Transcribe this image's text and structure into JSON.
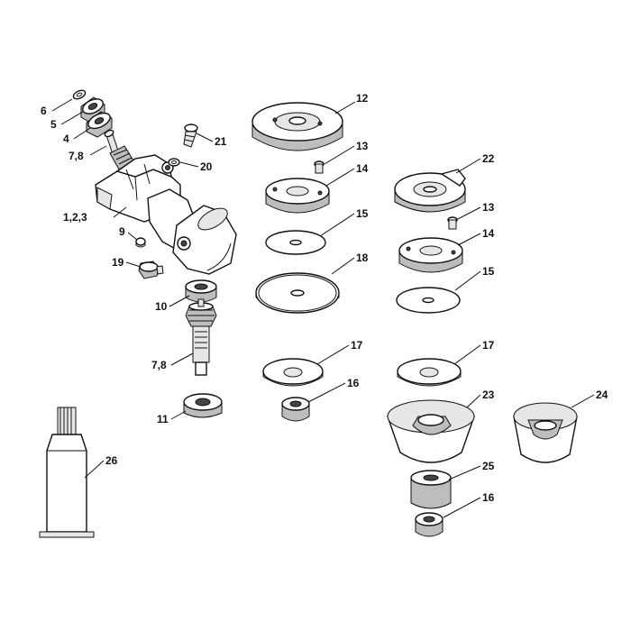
{
  "diagram": {
    "background": "#ffffff",
    "ink": "#111111",
    "labels": {
      "l6": "6",
      "l5": "5",
      "l4": "4",
      "l78a": "7,8",
      "l123": "1,2,3",
      "l9": "9",
      "l19": "19",
      "l10": "10",
      "l78b": "7,8",
      "l11": "11",
      "l26": "26",
      "l21": "21",
      "l20": "20",
      "l12": "12",
      "l13a": "13",
      "l14a": "14",
      "l15a": "15",
      "l18": "18",
      "l17a": "17",
      "l16a": "16",
      "l22": "22",
      "l13b": "13",
      "l14b": "14",
      "l15b": "15",
      "l17b": "17",
      "l23": "23",
      "l24": "24",
      "l25": "25",
      "l16b": "16"
    }
  }
}
